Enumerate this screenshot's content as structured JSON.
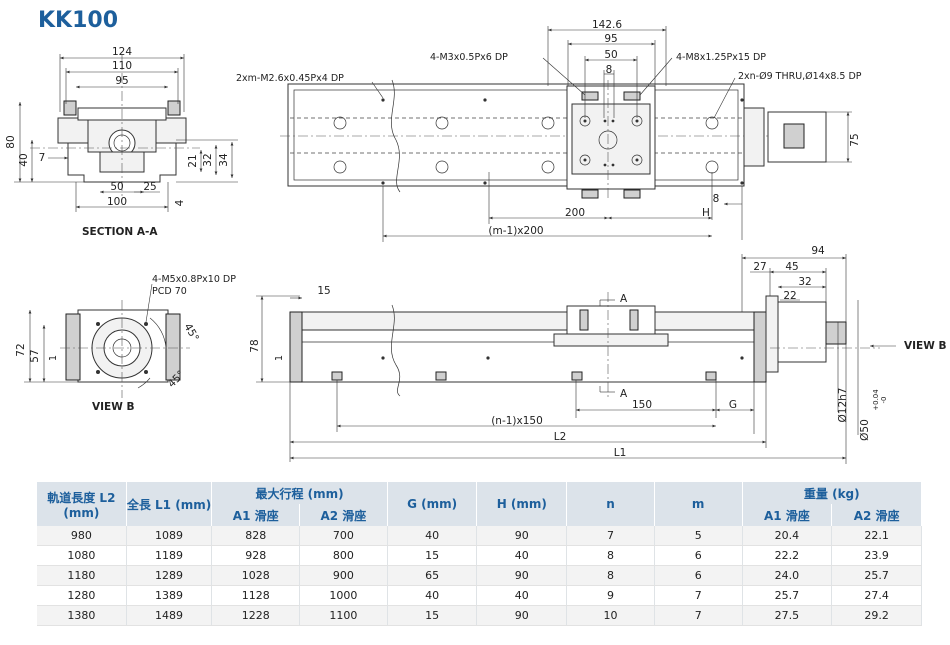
{
  "title": "KK100",
  "labels": {
    "section": "SECTION A-A",
    "view_b": "VIEW B",
    "view_b_arrow": "VIEW B"
  },
  "callouts": {
    "m26": "2xm-M2.6x0.45Px4 DP",
    "m3": "4-M3x0.5Px6 DP",
    "m8": "4-M8x1.25Px15 DP",
    "thru": "2xn-Ø9 THRU,Ø14x8.5 DP",
    "m5": "4-M5x0.8Px10 DP",
    "pcd": "PCD 70"
  },
  "dims": {
    "d124": "124",
    "d110": "110",
    "d95a": "95",
    "d80": "80",
    "d40": "40",
    "d7": "7",
    "d21": "21",
    "d32": "32",
    "d34": "34",
    "d50a": "50",
    "d25": "25",
    "d100": "100",
    "d4": "4",
    "d1426": "142.6",
    "d95b": "95",
    "d50b": "50",
    "d8a": "8",
    "d75": "75",
    "d8b": "8",
    "d200": "200",
    "dH": "H",
    "dm1": "(m-1)x200",
    "d72": "72",
    "d57": "57",
    "d1a": "1",
    "d45a": "45°",
    "d45b": "45°",
    "d15": "15",
    "d78": "78",
    "d1b": "1",
    "dA1": "A",
    "dA2": "A",
    "d150": "150",
    "dG": "G",
    "dn1": "(n-1)x150",
    "dL2": "L2",
    "dL1": "L1",
    "d94": "94",
    "d27": "27",
    "d45c": "45",
    "d32b": "32",
    "d22": "22",
    "d12h7": "Ø12h7",
    "d50c": "Ø50",
    "tol_up": "+0.04",
    "tol_dn": "-0"
  },
  "table": {
    "headers": {
      "l2": "軌道長度 L2 (mm)",
      "l1": "全長 L1 (mm)",
      "stroke": "最大行程 (mm)",
      "a1": "A1 滑座",
      "a2": "A2 滑座",
      "g": "G (mm)",
      "h": "H (mm)",
      "n": "n",
      "m": "m",
      "weight": "重量 (kg)",
      "wa1": "A1 滑座",
      "wa2": "A2 滑座"
    },
    "rows": [
      [
        "980",
        "1089",
        "828",
        "700",
        "40",
        "90",
        "7",
        "5",
        "20.4",
        "22.1"
      ],
      [
        "1080",
        "1189",
        "928",
        "800",
        "15",
        "40",
        "8",
        "6",
        "22.2",
        "23.9"
      ],
      [
        "1180",
        "1289",
        "1028",
        "900",
        "65",
        "90",
        "8",
        "6",
        "24.0",
        "25.7"
      ],
      [
        "1280",
        "1389",
        "1128",
        "1000",
        "40",
        "40",
        "9",
        "7",
        "25.7",
        "27.4"
      ],
      [
        "1380",
        "1489",
        "1228",
        "1100",
        "15",
        "90",
        "10",
        "7",
        "27.5",
        "29.2"
      ]
    ]
  }
}
